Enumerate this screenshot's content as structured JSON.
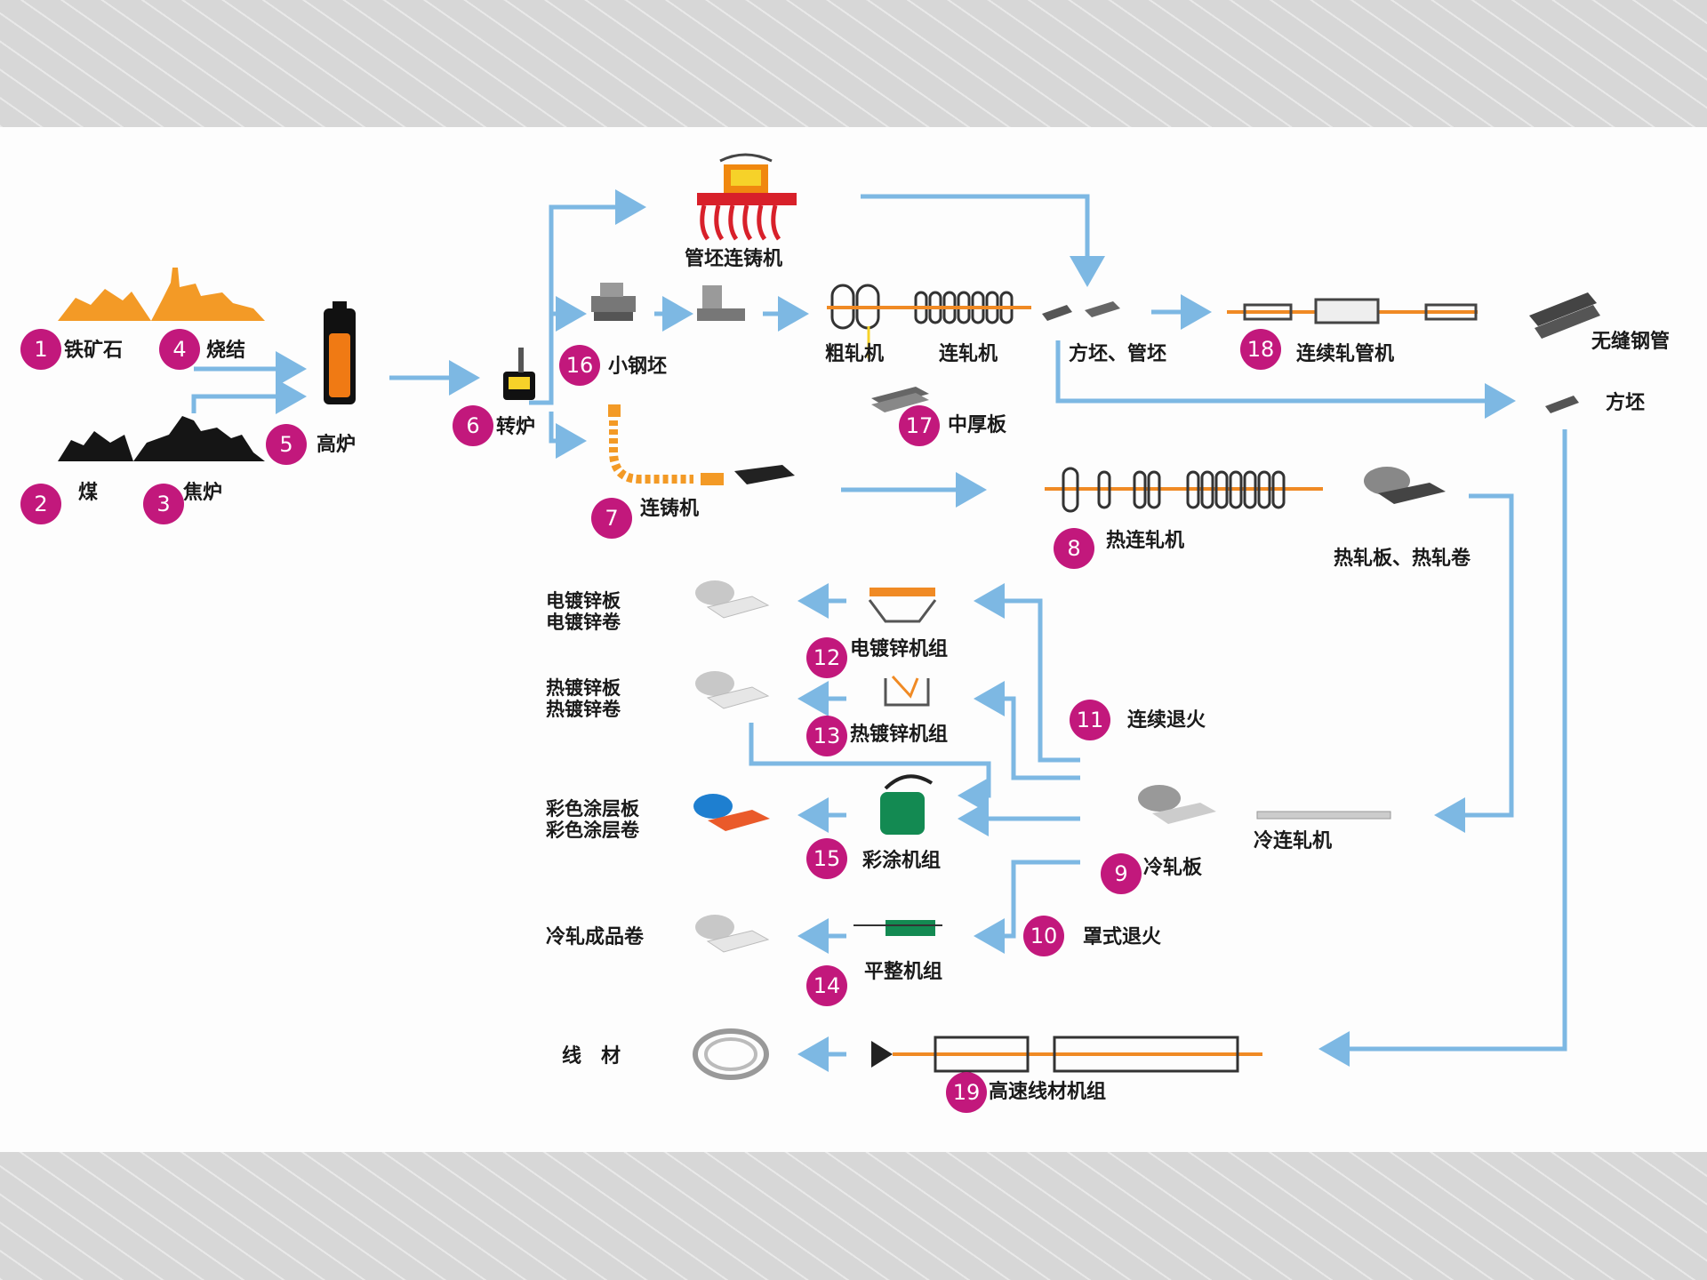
{
  "colors": {
    "arrow": "#7db8e3",
    "badge": "#c2187c",
    "steel_line": "#f08a24"
  },
  "steps": [
    {
      "num": "1",
      "label": "铁矿石"
    },
    {
      "num": "2",
      "label": "煤"
    },
    {
      "num": "3",
      "label": "焦炉"
    },
    {
      "num": "4",
      "label": "烧结"
    },
    {
      "num": "5",
      "label": "高炉"
    },
    {
      "num": "6",
      "label": "转炉"
    },
    {
      "num": "7",
      "label": "连铸机"
    },
    {
      "num": "8",
      "label": "热连轧机"
    },
    {
      "num": "9",
      "label": "冷轧板"
    },
    {
      "num": "10",
      "label": "罩式退火"
    },
    {
      "num": "11",
      "label": "连续退火"
    },
    {
      "num": "12",
      "label": "电镀锌机组"
    },
    {
      "num": "13",
      "label": "热镀锌机组"
    },
    {
      "num": "14",
      "label": "平整机组"
    },
    {
      "num": "15",
      "label": "彩涂机组"
    },
    {
      "num": "16",
      "label": "小钢坯"
    },
    {
      "num": "17",
      "label": "中厚板"
    },
    {
      "num": "18",
      "label": "连续轧管机"
    },
    {
      "num": "19",
      "label": "高速线材机组"
    }
  ],
  "labels": {
    "tube_caster": "管坯连铸机",
    "rough_mill": "粗轧机",
    "cont_mill": "连轧机",
    "billets": "方坯、管坯",
    "seamless": "无缝钢管",
    "square_billet": "方坯",
    "hot_products": "热轧板、热轧卷",
    "cold_mill": "冷连轧机",
    "eg_sheet": "电镀锌板",
    "eg_coil": "电镀锌卷",
    "hdg_sheet": "热镀锌板",
    "hdg_coil": "热镀锌卷",
    "color_sheet": "彩色涂层板",
    "color_coil": "彩色涂层卷",
    "cold_coil": "冷轧成品卷",
    "wire": "线　材"
  }
}
